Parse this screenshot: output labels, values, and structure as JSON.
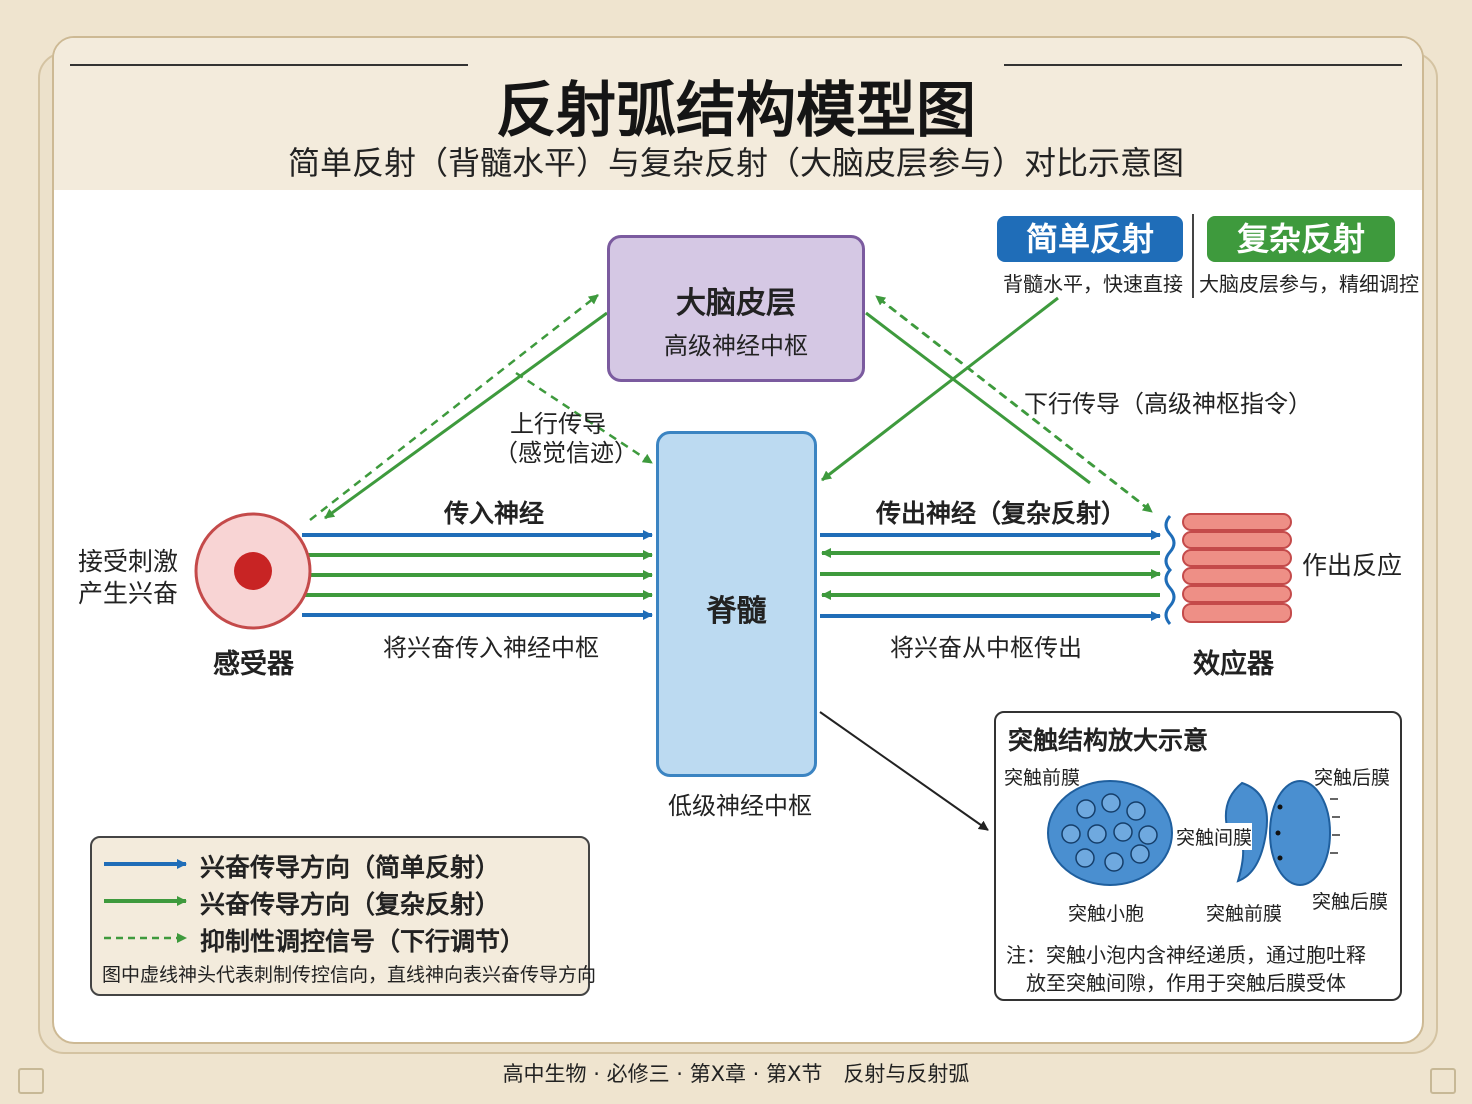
{
  "title": "反射弧结构模型图",
  "subtitle": "简单反射（背髓水平）与复杂反射（大脑皮层参与）对比示意图",
  "tags": {
    "simple": {
      "label": "简单反射",
      "desc": "背髓水平，快速直接",
      "color": "#1f6db8"
    },
    "complex": {
      "label": "复杂反射",
      "desc": "大脑皮层参与，精细调控",
      "color": "#3e9a3d"
    }
  },
  "cortex": {
    "title": "大脑皮层",
    "sub": "高级神经中枢"
  },
  "spine": {
    "title": "脊髓",
    "sub": "低级神经中枢"
  },
  "receptor": {
    "name": "感受器",
    "desc_line1": "接受刺激",
    "desc_line2": "产生兴奋"
  },
  "effector": {
    "name": "效应器",
    "desc": "作出反应"
  },
  "labels": {
    "ascending_line1": "上行传导",
    "ascending_line2": "（感觉信迹）",
    "descending": "下行传导（高级神枢指令）",
    "afferent": "传入神经",
    "afferent_desc": "将兴奋传入神经中枢",
    "efferent": "传出神经（复杂反射）",
    "efferent_desc": "将兴奋从中枢传出"
  },
  "legend": {
    "items": [
      {
        "label": "兴奋传导方向（简单反射）",
        "color": "#1f6db8",
        "style": "solid"
      },
      {
        "label": "兴奋传导方向（复杂反射）",
        "color": "#3e9a3d",
        "style": "solid"
      },
      {
        "label": "抑制性调控信号（下行调节）",
        "color": "#3e9a3d",
        "style": "dashed"
      }
    ],
    "note": "图中虚线神头代表刺制传控信向，直线神向表兴奋传导方向"
  },
  "synapse": {
    "title": "突触结构放大示意",
    "pre_top": "突触前膜",
    "post_top": "突触后膜",
    "cleft": "突触间膜",
    "vesicle": "突触小胞",
    "pre_bottom": "突触前膜",
    "post_bottom": "突触后膜",
    "note_line1": "注：突触小泡内含神经递质，通过胞吐释",
    "note_line2": "放至突触间隙，作用于突触后膜受体"
  },
  "footer": "高中生物 · 必修三 · 第X章 · 第X节　反射与反射弧"
}
